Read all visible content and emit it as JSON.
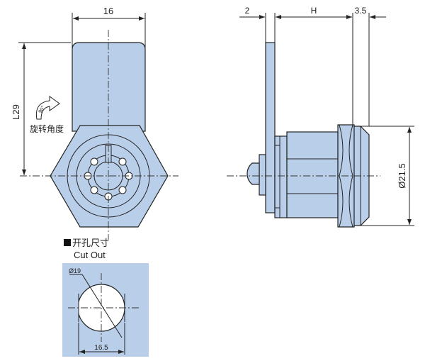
{
  "front_view": {
    "width_dim": "16",
    "length_dim": "L29",
    "rotation_angle": "90°",
    "rotation_label": "旋转角度"
  },
  "side_view": {
    "lever_thickness_dim": "2",
    "height_dim": "H",
    "head_dim": "3.5",
    "diameter_dim": "Ø21.5"
  },
  "cutout": {
    "title": "开孔尺寸",
    "subtitle": "Cut Out",
    "diameter_dim": "Ø19",
    "flat_width_dim": "16.5"
  },
  "colors": {
    "part_fill": "#b9cfe9",
    "line": "#222222"
  }
}
